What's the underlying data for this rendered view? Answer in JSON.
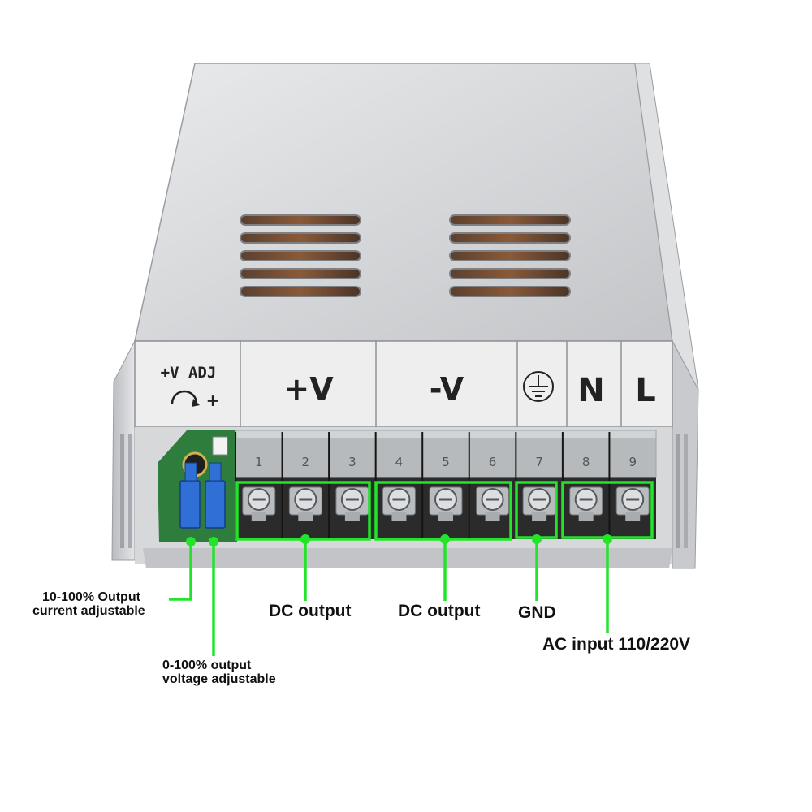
{
  "panel": {
    "adj_line1": "+V  ADJ",
    "adj_line2": "+",
    "plus_v": "+V",
    "minus_v": "-V",
    "n": "N",
    "l": "L"
  },
  "terminals": [
    "1",
    "2",
    "3",
    "4",
    "5",
    "6",
    "7",
    "8",
    "9"
  ],
  "callouts": {
    "current_line1": "10-100% Output",
    "current_line2": "current adjustable",
    "voltage_line1": "0-100% output",
    "voltage_line2": "voltage adjustable",
    "dc_output_1": "DC output",
    "dc_output_2": "DC output",
    "gnd": "GND",
    "ac_input": "AC input  110/220V"
  },
  "colors": {
    "highlight": "#22e52a",
    "case": "#cfd0d2",
    "terminal_block": "#2b2b2b",
    "pot": "#2f6fd6",
    "pcb": "#2e7d3c"
  },
  "icons": [
    "ground-symbol-icon",
    "rotate-arrow-icon"
  ]
}
